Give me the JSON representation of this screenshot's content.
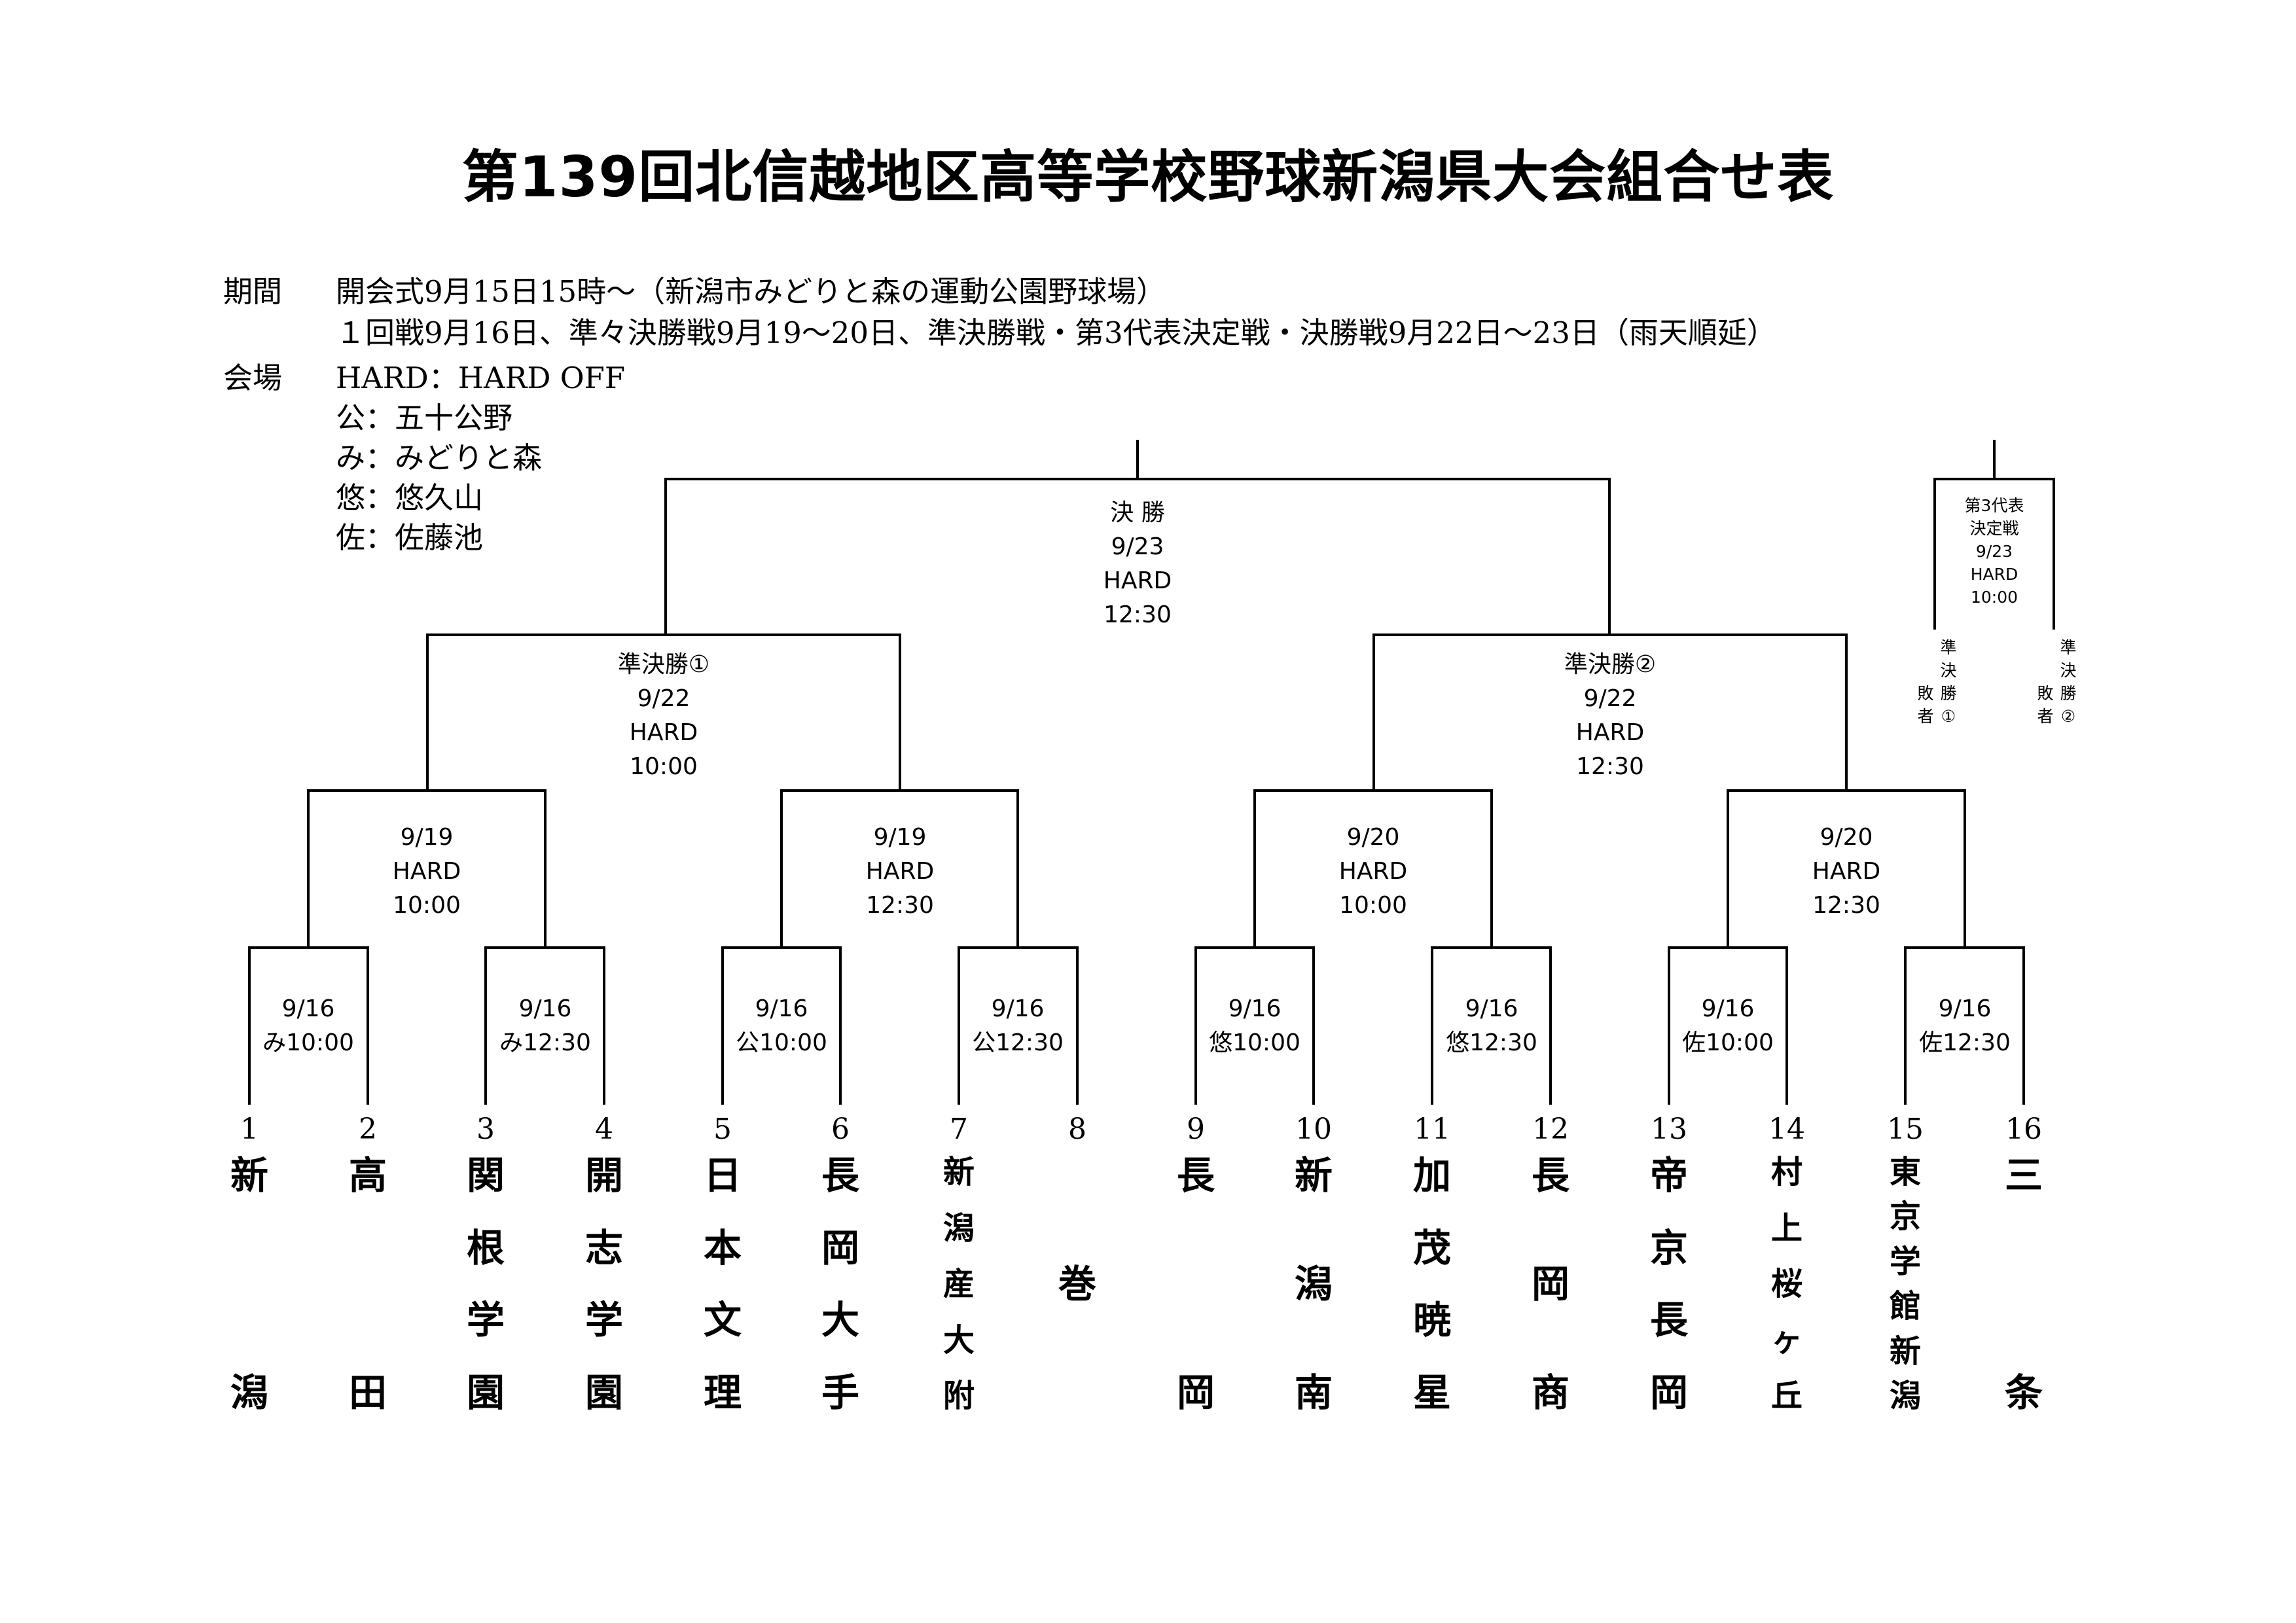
{
  "title": "第139回北信越地区高等学校野球新潟県大会組合せ表",
  "period": {
    "label": "期間",
    "line1": "開会式9月15日15時～（新潟市みどりと森の運動公園野球場）",
    "line2": "１回戦9月16日、準々決勝戦9月19～20日、準決勝戦・第3代表決定戦・決勝戦9月22日～23日（雨天順延）"
  },
  "venues": {
    "label": "会場",
    "items": [
      "HARD：HARD OFF",
      "公：五十公野",
      "み：みどりと森",
      "悠：悠久山",
      "佐：佐藤池"
    ]
  },
  "final": {
    "lines": [
      "決 勝",
      "9/23",
      "HARD",
      "12:30"
    ]
  },
  "third_place": {
    "lines": [
      "第3代表",
      "決定戦",
      "9/23",
      "HARD",
      "10:00"
    ]
  },
  "third_place_entrants": [
    {
      "label": "準決敗者①",
      "chars": [
        "準",
        "決",
        "敗",
        "者"
      ],
      "mark": [
        "勝",
        "①"
      ]
    },
    {
      "label": "準決敗者②",
      "chars": [
        "準",
        "決",
        "敗",
        "者"
      ],
      "mark": [
        "勝",
        "②"
      ]
    }
  ],
  "semifinals": [
    {
      "lines": [
        "準決勝①",
        "9/22",
        "HARD",
        "10:00"
      ]
    },
    {
      "lines": [
        "準決勝②",
        "9/22",
        "HARD",
        "12:30"
      ]
    }
  ],
  "quarterfinals": [
    {
      "lines": [
        "9/19",
        "HARD",
        "10:00"
      ]
    },
    {
      "lines": [
        "9/19",
        "HARD",
        "12:30"
      ]
    },
    {
      "lines": [
        "9/20",
        "HARD",
        "10:00"
      ]
    },
    {
      "lines": [
        "9/20",
        "HARD",
        "12:30"
      ]
    }
  ],
  "first_round": [
    {
      "lines": [
        "9/16",
        "み10:00"
      ]
    },
    {
      "lines": [
        "9/16",
        "み12:30"
      ]
    },
    {
      "lines": [
        "9/16",
        "公10:00"
      ]
    },
    {
      "lines": [
        "9/16",
        "公12:30"
      ]
    },
    {
      "lines": [
        "9/16",
        "悠10:00"
      ]
    },
    {
      "lines": [
        "9/16",
        "悠12:30"
      ]
    },
    {
      "lines": [
        "9/16",
        "佐10:00"
      ]
    },
    {
      "lines": [
        "9/16",
        "佐12:30"
      ]
    }
  ],
  "teams": [
    {
      "no": "1",
      "name": "新潟"
    },
    {
      "no": "2",
      "name": "高田"
    },
    {
      "no": "3",
      "name": "関根学園"
    },
    {
      "no": "4",
      "name": "開志学園"
    },
    {
      "no": "5",
      "name": "日本文理"
    },
    {
      "no": "6",
      "name": "長岡大手"
    },
    {
      "no": "7",
      "name": "新潟産大附"
    },
    {
      "no": "8",
      "name": "巻"
    },
    {
      "no": "9",
      "name": "長岡"
    },
    {
      "no": "10",
      "name": "新潟南"
    },
    {
      "no": "11",
      "name": "加茂暁星"
    },
    {
      "no": "12",
      "name": "長岡商"
    },
    {
      "no": "13",
      "name": "帝京長岡"
    },
    {
      "no": "14",
      "name": "村上桜ヶ丘"
    },
    {
      "no": "15",
      "name": "東京学館新潟"
    },
    {
      "no": "16",
      "name": "三条"
    }
  ]
}
